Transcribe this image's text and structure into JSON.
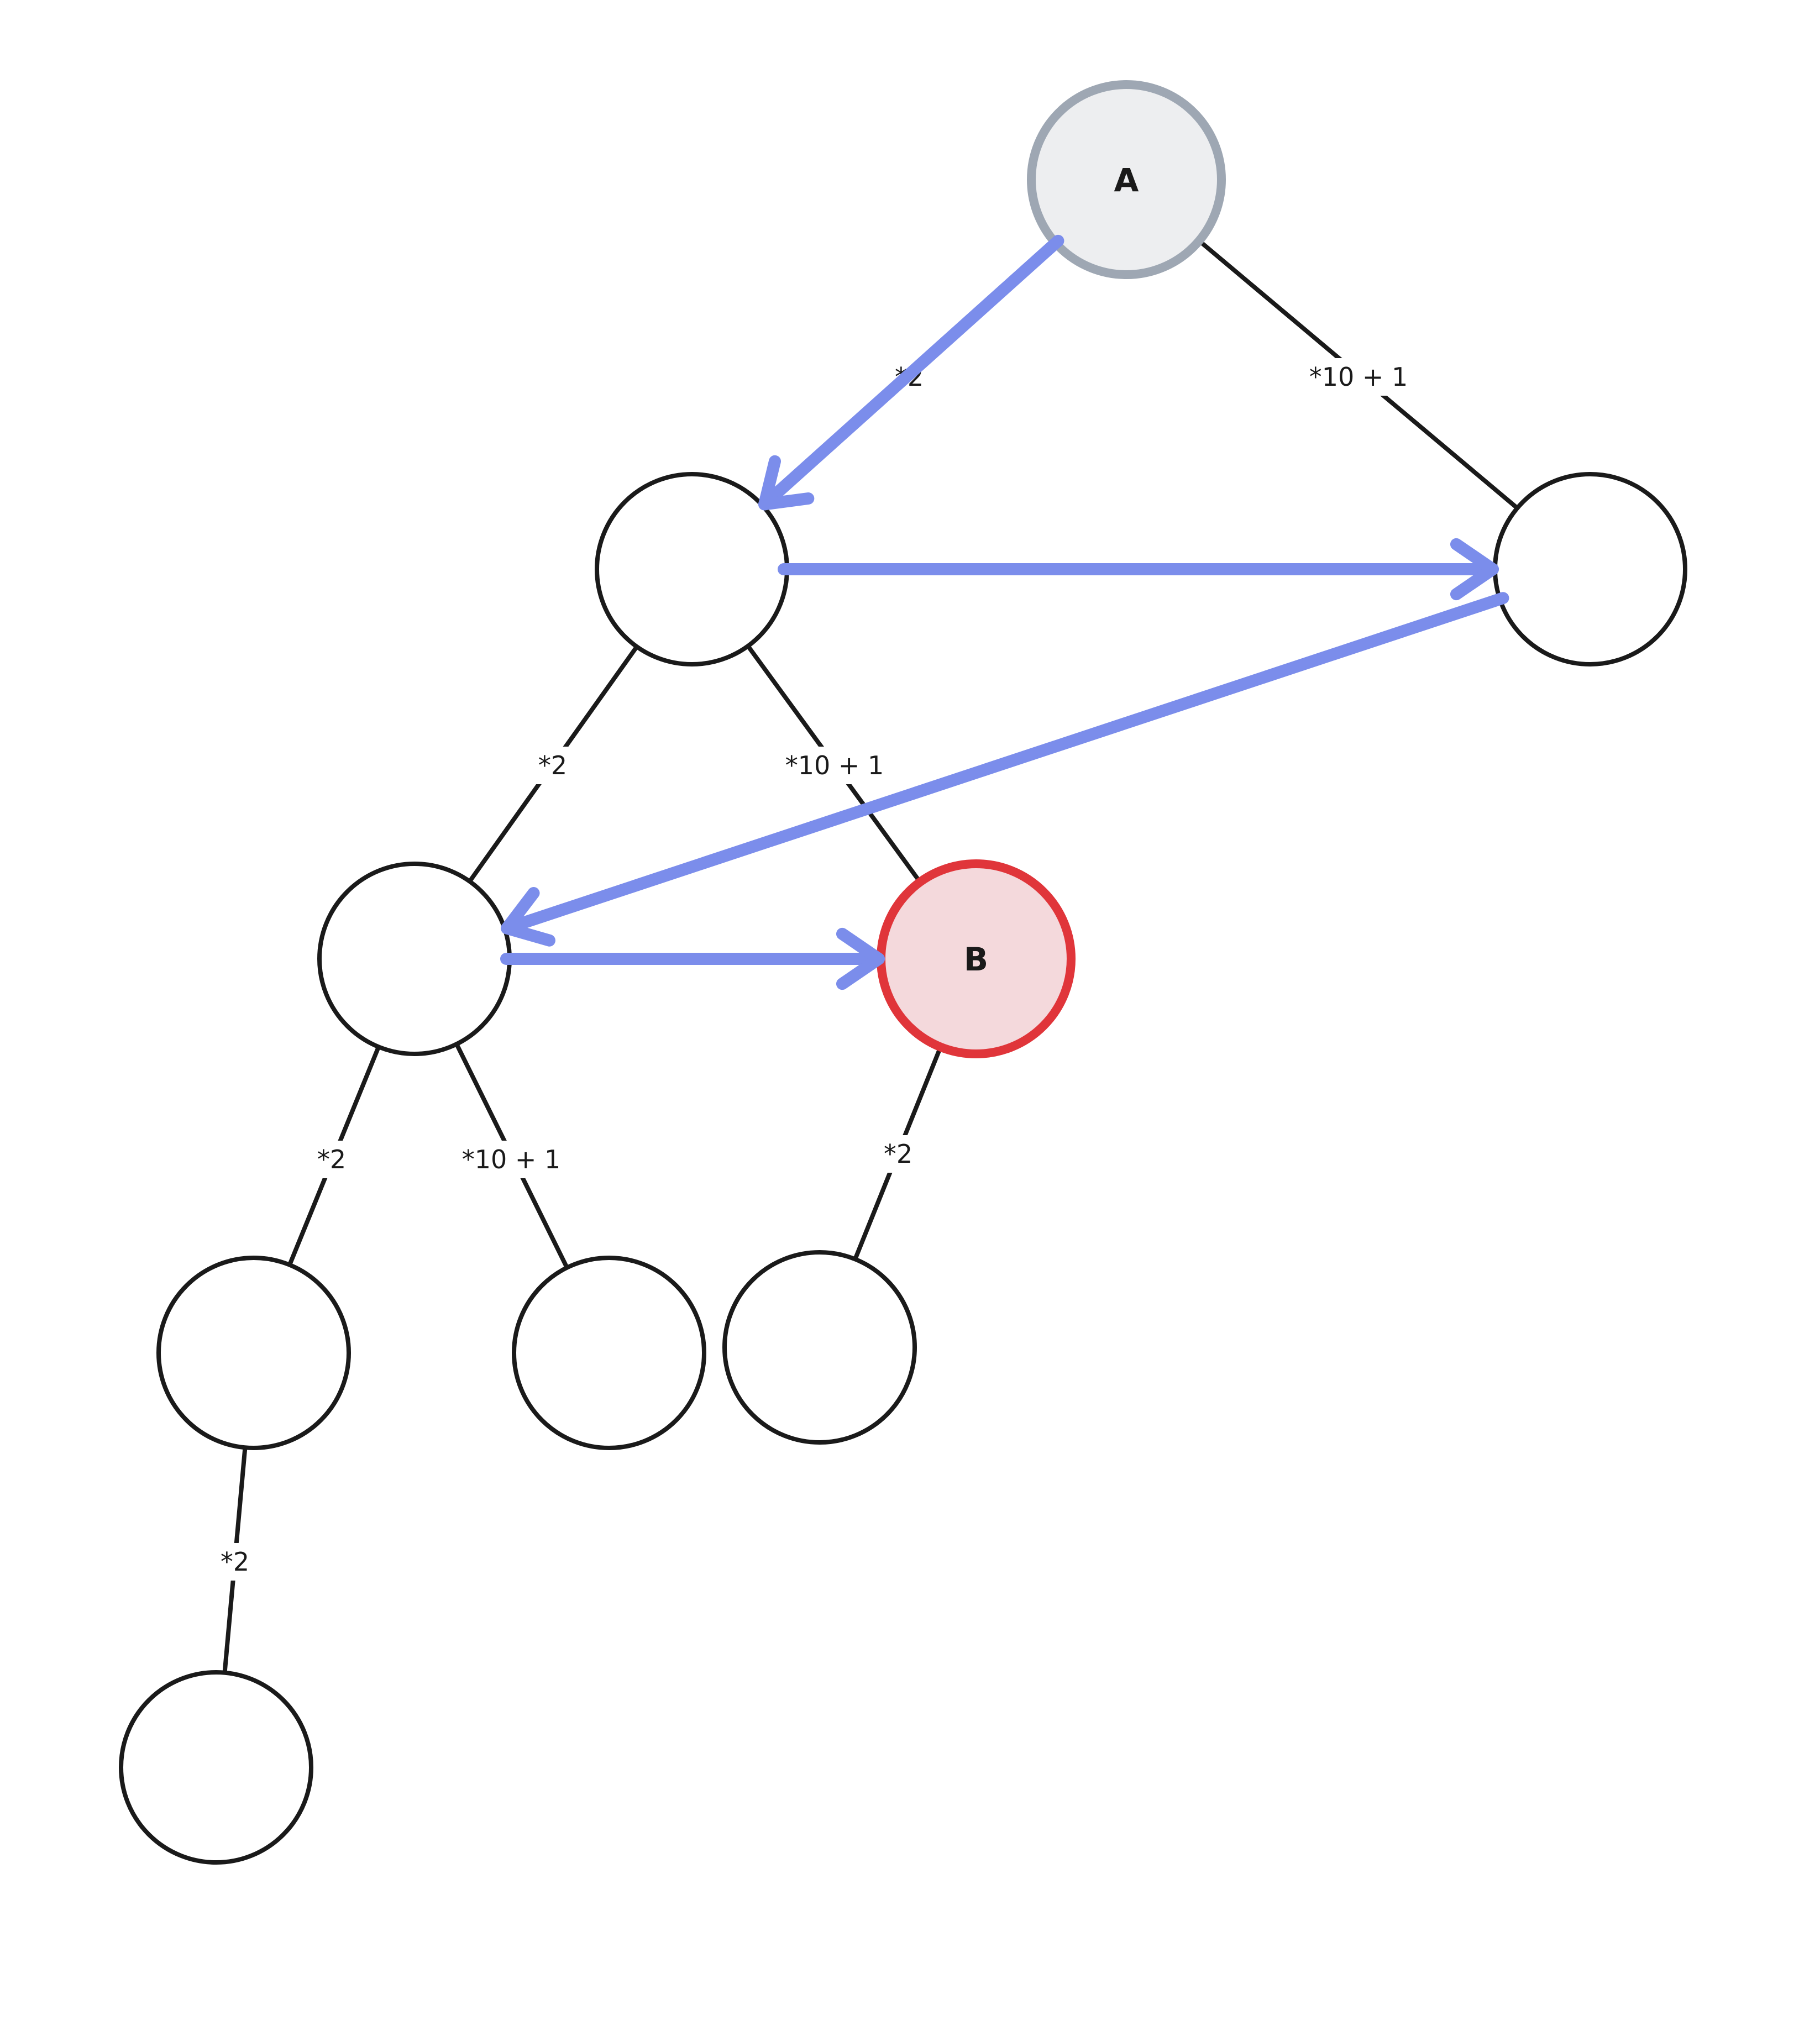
{
  "colors": {
    "background": "#ffffff",
    "edge": "#1a1a1a",
    "node_fill": "#ffffff",
    "node_stroke": "#1a1a1a",
    "start_fill": "#edeef0",
    "start_stroke": "#9ea7b3",
    "target_fill": "#f4d9dc",
    "target_stroke": "#e0353a",
    "search_arrow": "#7b8deb"
  },
  "nodes": [
    {
      "id": "root",
      "label": "A",
      "role": "start"
    },
    {
      "id": "n_l",
      "label": "",
      "role": "normal"
    },
    {
      "id": "n_r",
      "label": "",
      "role": "normal"
    },
    {
      "id": "n_ll",
      "label": "",
      "role": "normal"
    },
    {
      "id": "n_lr",
      "label": "B",
      "role": "target"
    },
    {
      "id": "n_lll",
      "label": "",
      "role": "normal"
    },
    {
      "id": "n_llr",
      "label": "",
      "role": "normal"
    },
    {
      "id": "n_lrl",
      "label": "",
      "role": "normal"
    },
    {
      "id": "n_llll",
      "label": "",
      "role": "normal"
    }
  ],
  "edges": [
    {
      "from": "root",
      "to": "n_l",
      "label": "*2"
    },
    {
      "from": "root",
      "to": "n_r",
      "label": "*10 + 1"
    },
    {
      "from": "n_l",
      "to": "n_ll",
      "label": "*2"
    },
    {
      "from": "n_l",
      "to": "n_lr",
      "label": "*10 + 1"
    },
    {
      "from": "n_ll",
      "to": "n_lll",
      "label": "*2"
    },
    {
      "from": "n_ll",
      "to": "n_llr",
      "label": "*10 + 1"
    },
    {
      "from": "n_lr",
      "to": "n_lrl",
      "label": "*2"
    },
    {
      "from": "n_lll",
      "to": "n_llll",
      "label": "*2"
    }
  ],
  "search_order": [
    "root",
    "n_l",
    "n_r",
    "n_ll",
    "n_lr"
  ]
}
